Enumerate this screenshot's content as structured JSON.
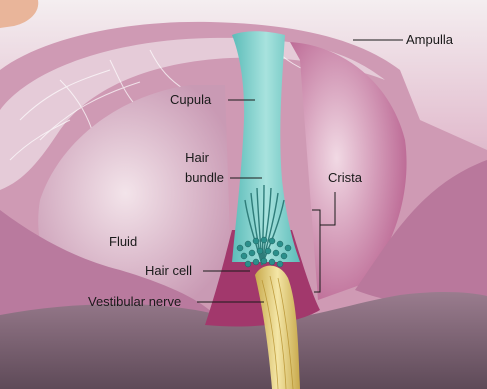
{
  "labels": {
    "ampulla": "Ampulla",
    "cupula": "Cupula",
    "hair_bundle_line1": "Hair",
    "hair_bundle_line2": "bundle",
    "crista": "Crista",
    "fluid": "Fluid",
    "hair_cell": "Hair cell",
    "vestibular_nerve": "Vestibular nerve"
  },
  "colors": {
    "background_tissue": "#c77d9b",
    "ampulla_wall": "#d9a3bd",
    "cupula": "#7fd0cc",
    "fluid": "#e8c6d6",
    "crista": "#b0487a",
    "nerve": "#e8d27a",
    "floor": "#8a6f7f"
  }
}
